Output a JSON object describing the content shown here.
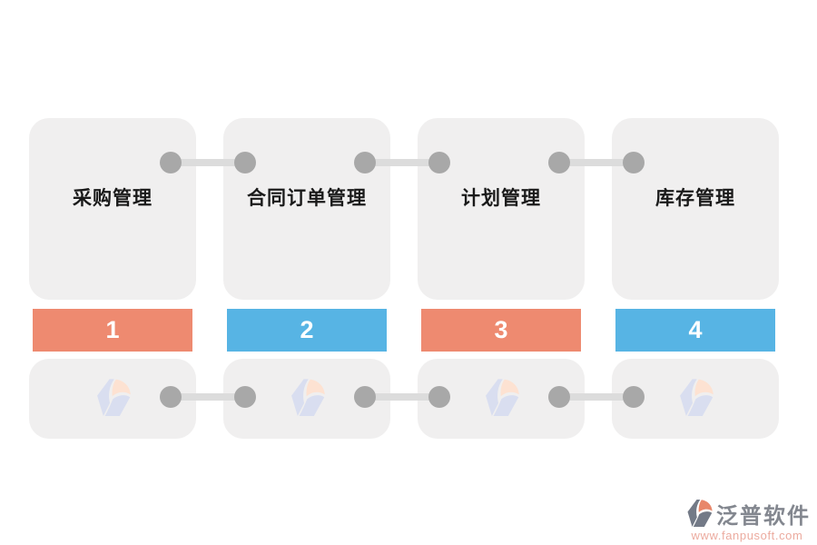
{
  "colors": {
    "card-bg": "#f0efef",
    "bar-orange": "#ee8a70",
    "bar-blue": "#57b4e4",
    "connector-dot": "#a8a8a8",
    "connector-line": "#dcdcdc",
    "title-text": "#1a1a1a",
    "bar-number": "#ffffff",
    "logo-slate": "#737a87",
    "logo-orange": "#e8876a",
    "watermark-slate": "#d9def0",
    "watermark-peach": "#fde2d2",
    "footer-text": "#83878f",
    "footer-url": "#ecab9f"
  },
  "columns": [
    {
      "title": "采购管理",
      "number": "1",
      "bar_color": "#ee8a70"
    },
    {
      "title": "合同订单管理",
      "number": "2",
      "bar_color": "#57b4e4"
    },
    {
      "title": "计划管理",
      "number": "3",
      "bar_color": "#ee8a70"
    },
    {
      "title": "库存管理",
      "number": "4",
      "bar_color": "#57b4e4"
    }
  ],
  "icons": {
    "watermark": "fanpusoft-logo-icon",
    "footer_mark": "fanpusoft-logo-icon"
  },
  "footer": {
    "brand": "泛普软件",
    "url": "www.fanpusoft.com"
  }
}
